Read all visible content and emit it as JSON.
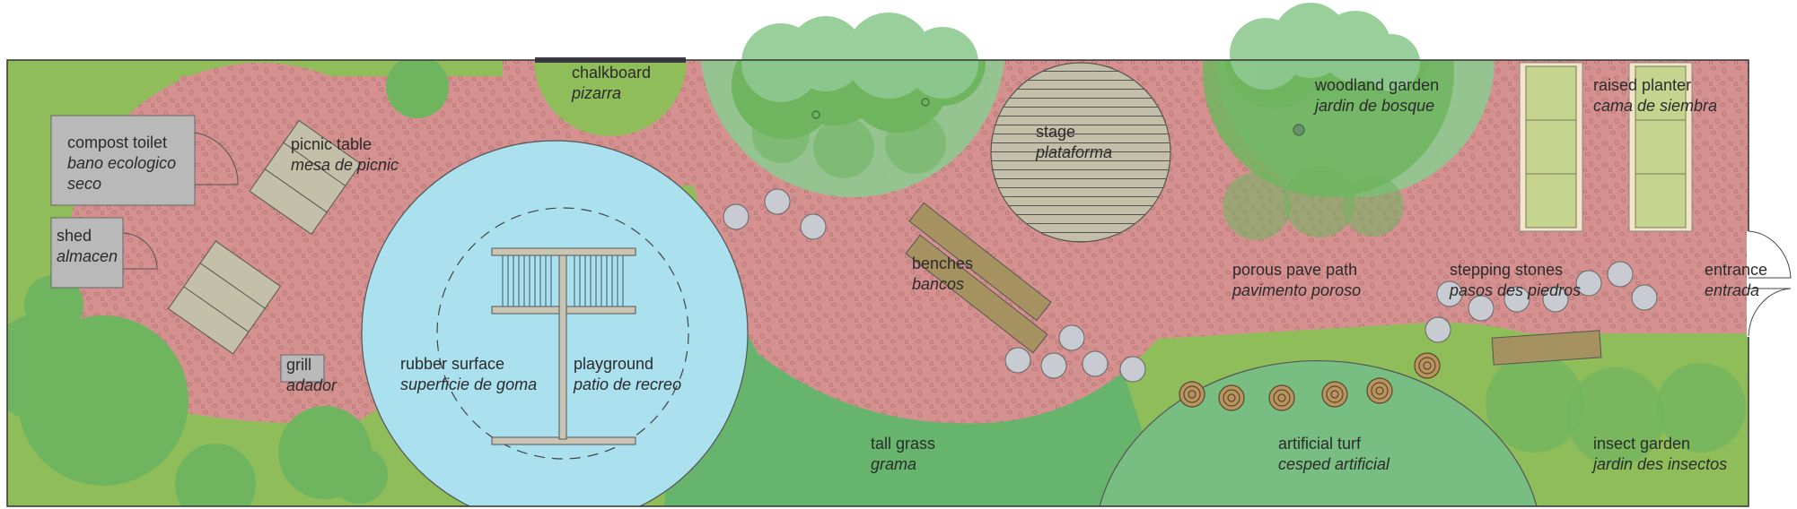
{
  "colors": {
    "lawn": "#8fbd5a",
    "paving": "#d49190",
    "pebble": "#b77474",
    "rubber_surface": "#abe0ee",
    "tall_grass": "#67b56d",
    "turf": "#78be82",
    "tree": "#6fb55f",
    "canopy": "#8fca91",
    "wood": "#c4bfa8",
    "bench": "#a69160",
    "building": "#b9b9b9",
    "planter_bed": "#c5d48e",
    "outline": "#555555"
  },
  "labels": {
    "chalkboard": {
      "en": "chalkboard",
      "es": "pizarra"
    },
    "woodland_garden": {
      "en": "woodland garden",
      "es": "jardin de bosque"
    },
    "raised_planter": {
      "en": "raised planter",
      "es": "cama de siembra"
    },
    "compost_toilet": {
      "en": "compost toilet",
      "es": "bano ecologico",
      "es2": "seco"
    },
    "picnic_table": {
      "en": "picnic table",
      "es": "mesa de picnic"
    },
    "stage": {
      "en": "stage",
      "es": "plataforma"
    },
    "shed": {
      "en": "shed",
      "es": "almacen"
    },
    "benches": {
      "en": "benches",
      "es": "bancos"
    },
    "porous_pave_path": {
      "en": "porous pave path",
      "es": "pavimento poroso"
    },
    "stepping_stones": {
      "en": "stepping stones",
      "es": "pasos des piedros"
    },
    "entrance": {
      "en": "entrance",
      "es": "entrada"
    },
    "grill": {
      "en": "grill",
      "es": "adador"
    },
    "rubber_surface": {
      "en": "rubber surface",
      "es": "superficie de goma"
    },
    "playground": {
      "en": "playground",
      "es": "patio de recreo"
    },
    "tall_grass": {
      "en": "tall grass",
      "es": "grama"
    },
    "artificial_turf": {
      "en": "artificial turf",
      "es": "cesped artificial"
    },
    "insect_garden": {
      "en": "insect garden",
      "es": "jardin des insectos"
    }
  }
}
